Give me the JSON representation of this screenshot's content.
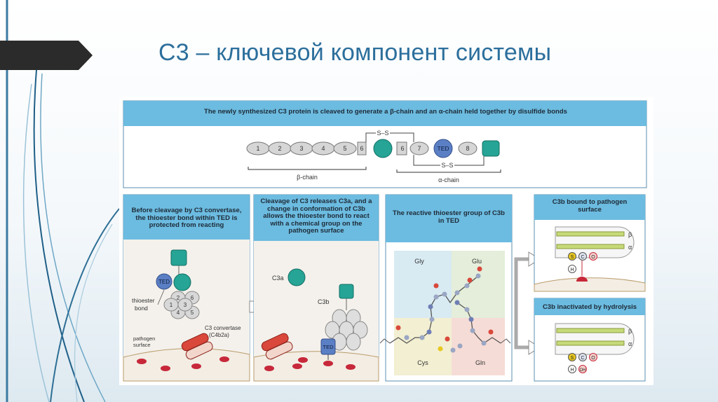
{
  "slide": {
    "title": "С3 – ключевой компонент системы",
    "accent_color": "#2c6f9c",
    "tab_color": "#2b2b2b"
  },
  "figure": {
    "top_panel": {
      "header": "The newly synthesized C3 protein is cleaved to generate a β-chain and an α-chain held together by disulfide bonds",
      "domains_beta": [
        "1",
        "2",
        "3",
        "4",
        "5",
        "6"
      ],
      "domains_alpha": [
        "6",
        "7",
        "TED",
        "8"
      ],
      "ss_label": "S–S",
      "beta_label": "β-chain",
      "alpha_label": "α-chain"
    },
    "panel1": {
      "header": "Before cleavage by C3 convertase, the thioester bond within TED is protected from reacting",
      "ted_label": "TED",
      "domains": [
        "1",
        "2",
        "3",
        "4",
        "5",
        "6"
      ],
      "thioester_label": "thioester",
      "bond_label": "bond",
      "convertase_label": "C3 convertase",
      "convertase_sub": "(C4b2a)",
      "pathogen_label": "pathogen",
      "surface_label": "surface"
    },
    "panel2": {
      "header": "Cleavage of C3 releases C3a, and a change in conformation of C3b allows the thioester bond to react with a chemical group on the pathogen surface",
      "c3a_label": "C3a",
      "c3b_label": "C3b",
      "ted_label": "TED"
    },
    "panel3": {
      "header": "The reactive thioester group of C3b in TED",
      "gly": "Gly",
      "glu": "Glu",
      "cys": "Cys",
      "gln": "Gln"
    },
    "panel4": {
      "header": "C3b bound to pathogen surface",
      "beta": "β",
      "alpha": "α",
      "atoms": [
        "S",
        "C",
        "O",
        "H"
      ]
    },
    "panel5": {
      "header": "C3b inactivated by hydrolysis",
      "beta": "β",
      "alpha": "α",
      "atoms": [
        "S",
        "C",
        "O",
        "H",
        "OH"
      ]
    }
  }
}
